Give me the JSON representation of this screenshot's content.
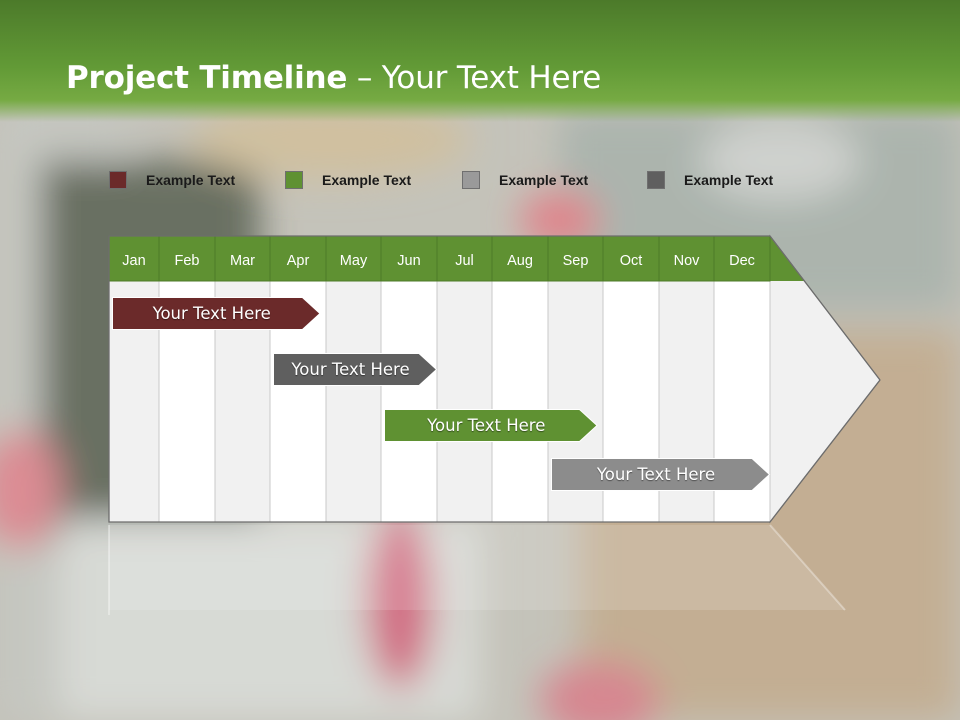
{
  "slide": {
    "title_bold": "Project Timeline",
    "title_rest": " – Your Text Here"
  },
  "legend": [
    {
      "label": "Example Text",
      "color": "#6b2a2a"
    },
    {
      "label": "Example Text",
      "color": "#5f9132"
    },
    {
      "label": "Example Text",
      "color": "#9a9a9a"
    },
    {
      "label": "Example Text",
      "color": "#5f5f5f"
    }
  ],
  "chart_data": {
    "type": "gantt",
    "categories": [
      "Jan",
      "Feb",
      "Mar",
      "Apr",
      "May",
      "Jun",
      "Jul",
      "Aug",
      "Sep",
      "Oct",
      "Nov",
      "Dec"
    ],
    "tasks": [
      {
        "label": "Your  Text Here",
        "start": 0,
        "end": 3.9,
        "color": "#6b2a2a"
      },
      {
        "label": "Your  Text Here",
        "start": 3,
        "end": 6,
        "color": "#5f5f5f"
      },
      {
        "label": "Your  Text Here",
        "start": 5,
        "end": 8.9,
        "color": "#5f9132"
      },
      {
        "label": "Your  Text Here",
        "start": 8,
        "end": 12,
        "color": "#8c8c8c"
      }
    ],
    "header_color": "#5f9132"
  }
}
